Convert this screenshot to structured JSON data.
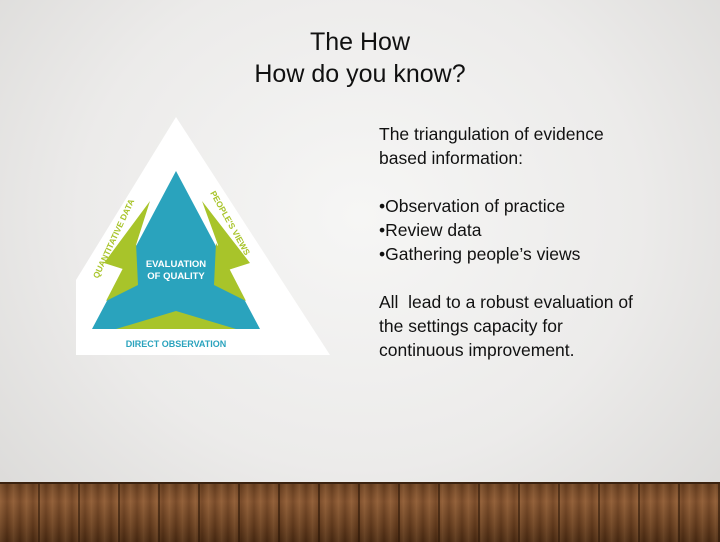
{
  "title": {
    "line1": "The How",
    "line2": "How do you know?"
  },
  "diagram": {
    "left_label": "QUANTITATIVE DATA",
    "right_label": "PEOPLE'S VIEWS",
    "bottom_label": "DIRECT OBSERVATION",
    "center_line1": "EVALUATION",
    "center_line2": "OF QUALITY",
    "colors": {
      "teal": "#2aa3bd",
      "green": "#a8c42a"
    }
  },
  "body": {
    "intro_line1": "The triangulation of evidence",
    "intro_line2": "based information:",
    "bullets": [
      "Observation of practice",
      "Review data",
      "Gathering people’s views"
    ],
    "conclusion_line1": "All  lead to a robust evaluation of",
    "conclusion_line2": "the settings capacity for",
    "conclusion_line3": "continuous improvement."
  }
}
